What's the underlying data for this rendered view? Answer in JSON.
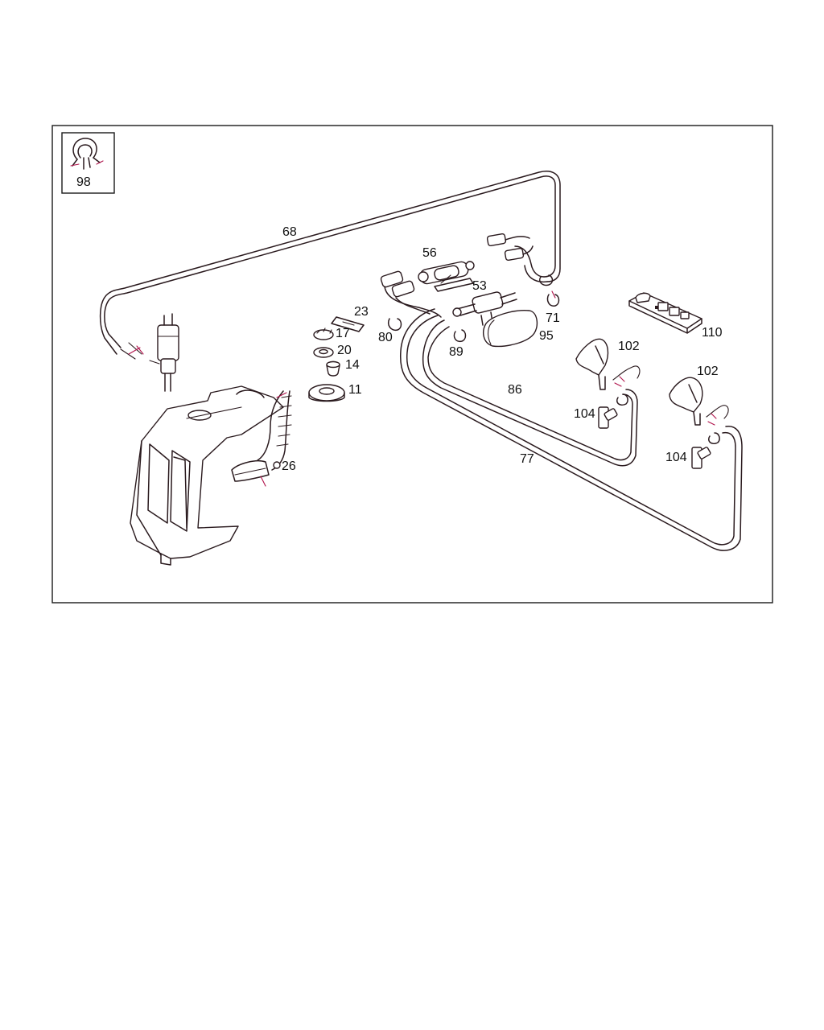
{
  "diagram": {
    "inset_label": "98",
    "part_labels": {
      "p68": "68",
      "p56": "56",
      "p53": "53",
      "p71": "71",
      "p23": "23",
      "p17": "17",
      "p20": "20",
      "p14": "14",
      "p11": "11",
      "p80": "80",
      "p89": "89",
      "p95": "95",
      "p86": "86",
      "p77": "77",
      "p26": "26",
      "p102a": "102",
      "p102b": "102",
      "p104a": "104",
      "p104b": "104",
      "p110": "110"
    }
  }
}
